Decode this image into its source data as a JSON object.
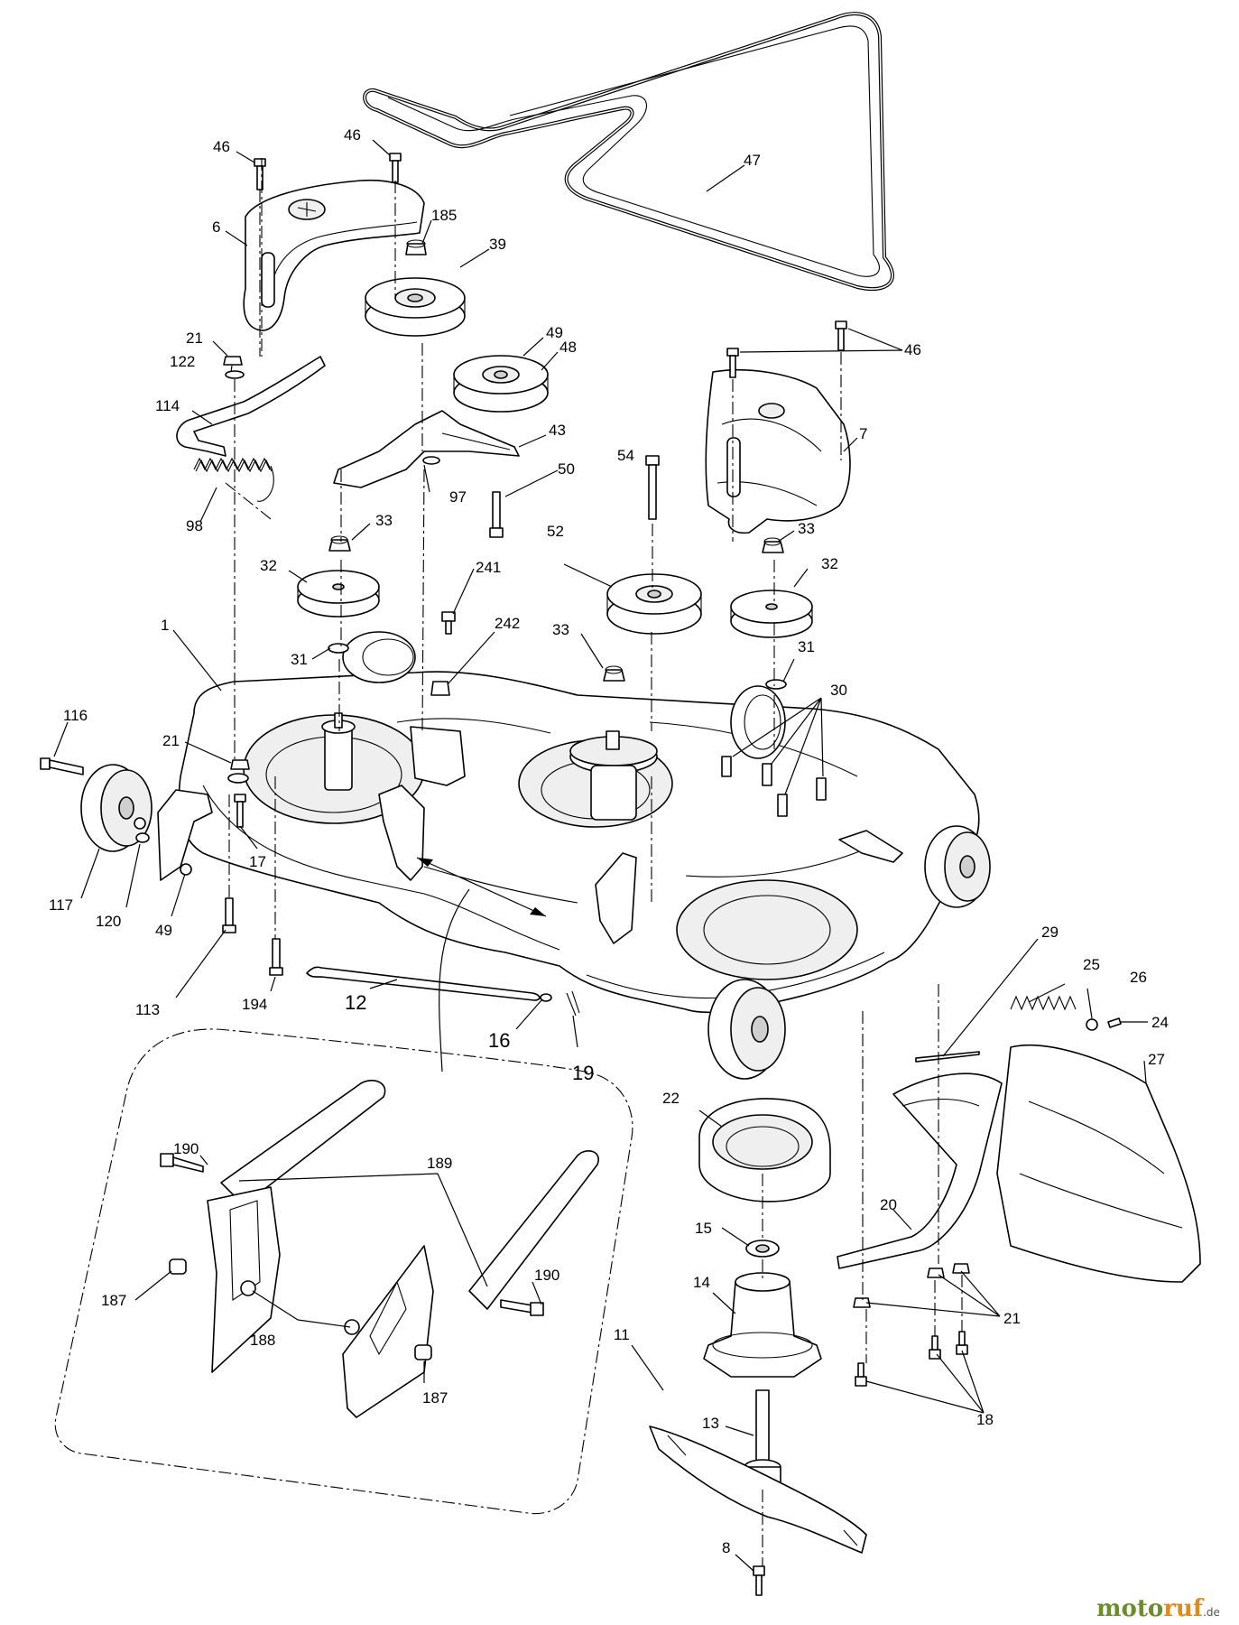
{
  "callouts": [
    {
      "id": "c46a",
      "text": "46"
    },
    {
      "id": "c46b",
      "text": "46"
    },
    {
      "id": "c47",
      "text": "47"
    },
    {
      "id": "c6",
      "text": "6"
    },
    {
      "id": "c185",
      "text": "185"
    },
    {
      "id": "c39",
      "text": "39"
    },
    {
      "id": "c21a",
      "text": "21"
    },
    {
      "id": "c122",
      "text": "122"
    },
    {
      "id": "c49a",
      "text": "49"
    },
    {
      "id": "c48",
      "text": "48"
    },
    {
      "id": "c46c",
      "text": "46"
    },
    {
      "id": "c114",
      "text": "114"
    },
    {
      "id": "c43",
      "text": "43"
    },
    {
      "id": "c7",
      "text": "7"
    },
    {
      "id": "c54",
      "text": "54"
    },
    {
      "id": "c50",
      "text": "50"
    },
    {
      "id": "c98",
      "text": "98"
    },
    {
      "id": "c97",
      "text": "97"
    },
    {
      "id": "c33a",
      "text": "33"
    },
    {
      "id": "c52",
      "text": "52"
    },
    {
      "id": "c33b",
      "text": "33"
    },
    {
      "id": "c32a",
      "text": "32"
    },
    {
      "id": "c32b",
      "text": "32"
    },
    {
      "id": "c241",
      "text": "241"
    },
    {
      "id": "c1",
      "text": "1"
    },
    {
      "id": "c242",
      "text": "242"
    },
    {
      "id": "c33c",
      "text": "33"
    },
    {
      "id": "c31a",
      "text": "31"
    },
    {
      "id": "c31b",
      "text": "31"
    },
    {
      "id": "c116",
      "text": "116"
    },
    {
      "id": "c30",
      "text": "30"
    },
    {
      "id": "c21b",
      "text": "21"
    },
    {
      "id": "c17",
      "text": "17"
    },
    {
      "id": "c117",
      "text": "117"
    },
    {
      "id": "c120",
      "text": "120"
    },
    {
      "id": "c49b",
      "text": "49"
    },
    {
      "id": "c29",
      "text": "29"
    },
    {
      "id": "c25",
      "text": "25"
    },
    {
      "id": "c26",
      "text": "26"
    },
    {
      "id": "c24",
      "text": "24"
    },
    {
      "id": "c113",
      "text": "113"
    },
    {
      "id": "c194",
      "text": "194"
    },
    {
      "id": "c12",
      "text": "12"
    },
    {
      "id": "c16",
      "text": "16"
    },
    {
      "id": "c19",
      "text": "19"
    },
    {
      "id": "c27",
      "text": "27"
    },
    {
      "id": "c22",
      "text": "22"
    },
    {
      "id": "c190a",
      "text": "190"
    },
    {
      "id": "c189",
      "text": "189"
    },
    {
      "id": "c20",
      "text": "20"
    },
    {
      "id": "c15",
      "text": "15"
    },
    {
      "id": "c190b",
      "text": "190"
    },
    {
      "id": "c14",
      "text": "14"
    },
    {
      "id": "c187a",
      "text": "187"
    },
    {
      "id": "c188",
      "text": "188"
    },
    {
      "id": "c21c",
      "text": "21"
    },
    {
      "id": "c187b",
      "text": "187"
    },
    {
      "id": "c13",
      "text": "13"
    },
    {
      "id": "c18",
      "text": "18"
    },
    {
      "id": "c11",
      "text": "11"
    },
    {
      "id": "c8",
      "text": "8"
    }
  ],
  "watermark": {
    "part1": "moto",
    "part2": "ruf",
    "suffix": ".de"
  }
}
